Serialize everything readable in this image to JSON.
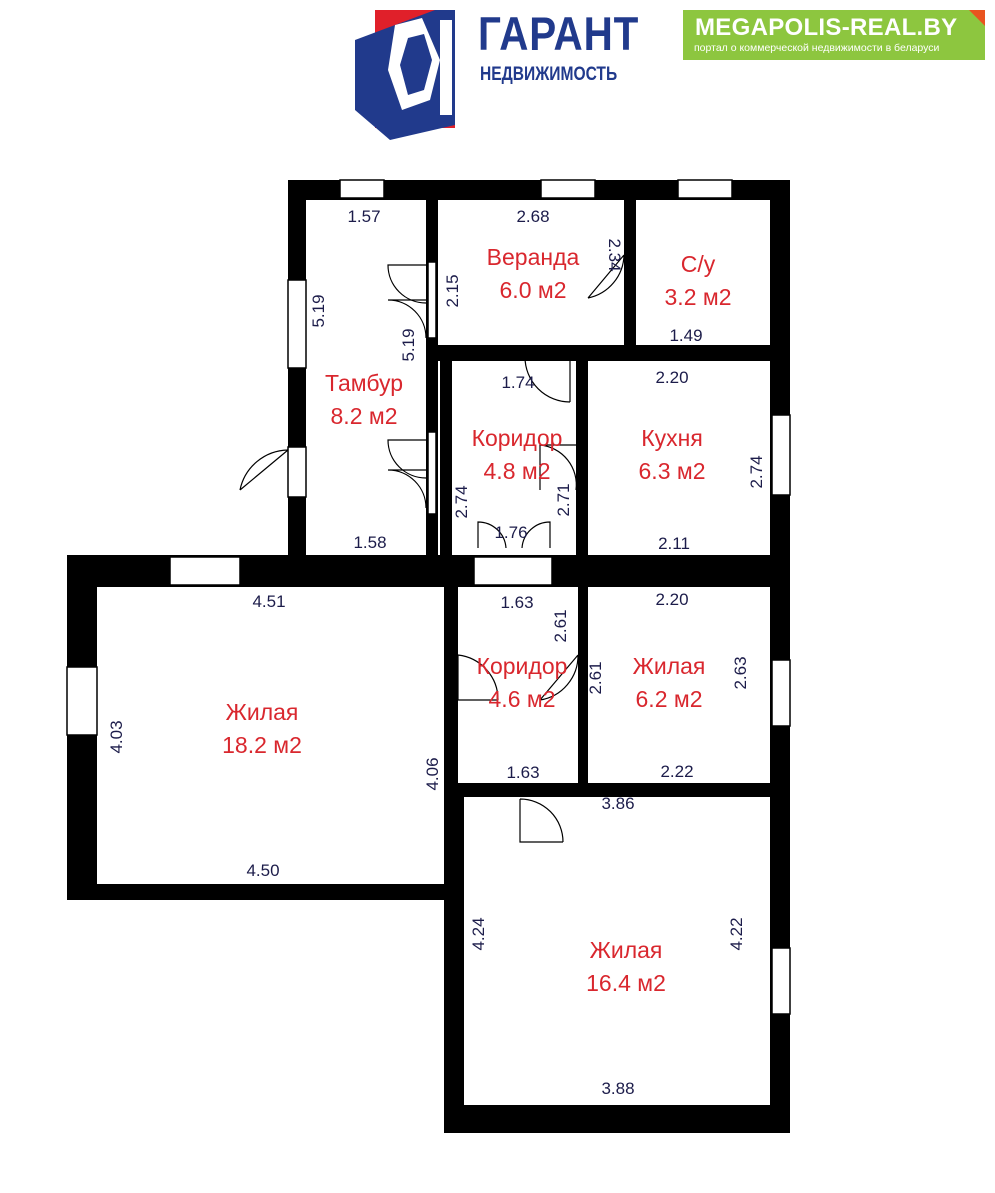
{
  "header": {
    "brand_name": "ГАРАНТ",
    "brand_sub": "НЕДВИЖИМОСТЬ",
    "banner_title": "MEGAPOLIS-REAL.BY",
    "banner_sub": "портал о коммерческой недвижимости в беларуси"
  },
  "colors": {
    "brand_blue": "#213a8c",
    "brand_red": "#e0202a",
    "banner_green": "#8dc63f",
    "wall": "#000000",
    "room_label": "#d9272e",
    "dimension_text": "#1c1c4a"
  },
  "rooms": {
    "tambur": {
      "name": "Тамбур",
      "area": "8.2 м2"
    },
    "veranda": {
      "name": "Веранда",
      "area": "6.0 м2"
    },
    "su": {
      "name": "С/у",
      "area": "3.2 м2"
    },
    "corridor_upper": {
      "name": "Коридор",
      "area": "4.8 м2"
    },
    "kitchen": {
      "name": "Кухня",
      "area": "6.3 м2"
    },
    "living_big": {
      "name": "Жилая",
      "area": "18.2 м2"
    },
    "corridor_lower": {
      "name": "Коридор",
      "area": "4.6 м2"
    },
    "living_small": {
      "name": "Жилая",
      "area": "6.2 м2"
    },
    "living_bottom": {
      "name": "Жилая",
      "area": "16.4 м2"
    }
  },
  "dimensions": {
    "tambur_top": "1.57",
    "tambur_left": "5.19",
    "tambur_right": "5.19",
    "tambur_bottom": "1.58",
    "veranda_top": "2.68",
    "veranda_left": "2.15",
    "veranda_right": "2.34",
    "su_bottom": "1.49",
    "corridor_upper_top": "1.74",
    "corridor_upper_left": "2.74",
    "corridor_upper_right": "2.71",
    "corridor_upper_bottom": "1.76",
    "kitchen_top": "2.20",
    "kitchen_right": "2.74",
    "kitchen_bottom": "2.11",
    "living_big_top": "4.51",
    "living_big_left": "4.03",
    "living_big_right": "4.06",
    "living_big_bottom": "4.50",
    "corridor_lower_top": "1.63",
    "corridor_lower_right": "2.61",
    "corridor_lower_bottom": "1.63",
    "living_small_top": "2.20",
    "living_small_left": "2.61",
    "living_small_right": "2.63",
    "living_small_bottom": "2.22",
    "living_bottom_top": "3.86",
    "living_bottom_left": "4.24",
    "living_bottom_right": "4.22",
    "living_bottom_bottom": "3.88"
  }
}
